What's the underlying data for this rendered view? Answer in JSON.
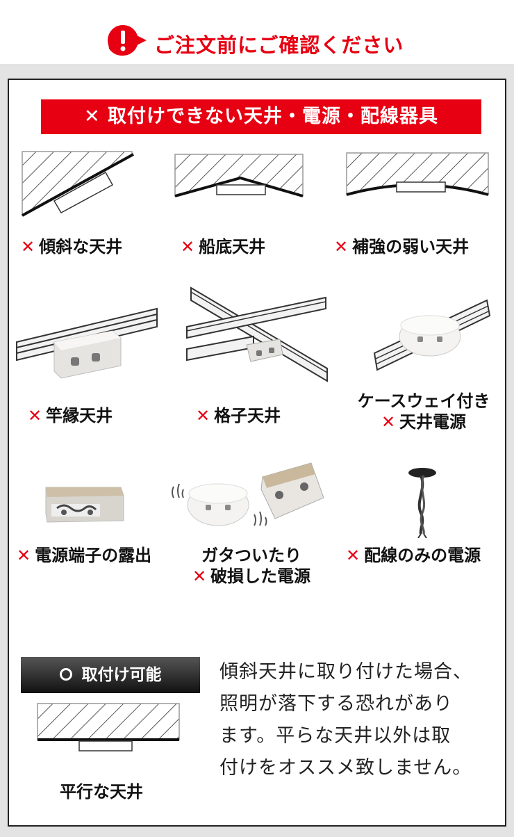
{
  "header": {
    "warning_icon": "exclamation-bubble-icon",
    "text": "ご注文前にご確認ください"
  },
  "ng_section": {
    "banner": "✕ 取付けできない天井・電源・配線器具",
    "items": [
      {
        "mark": "✕",
        "label": "傾斜な天井"
      },
      {
        "mark": "✕",
        "label": "船底天井"
      },
      {
        "mark": "✕",
        "label": "補強の弱い天井"
      },
      {
        "mark": "✕",
        "label": "竿縁天井"
      },
      {
        "mark": "✕",
        "label": "格子天井"
      },
      {
        "pre": "ケースウェイ付き",
        "mark": "✕",
        "label": "天井電源"
      },
      {
        "mark": "✕",
        "label": "電源端子の露出"
      },
      {
        "pre": "ガタついたり",
        "mark": "✕",
        "label": "破損した電源"
      },
      {
        "mark": "✕",
        "label": "配線のみの電源"
      }
    ]
  },
  "ok_section": {
    "banner": "取付け可能",
    "caption": "平行な天井"
  },
  "note": {
    "lines": [
      "傾斜天井に取り付けた場合、",
      "照明が落下する恐れがあり",
      "ます。平らな天井以外は取",
      "付けをオススメ致しません。"
    ]
  },
  "colors": {
    "accent": "#e60012",
    "frame": "#e3e3e3"
  }
}
